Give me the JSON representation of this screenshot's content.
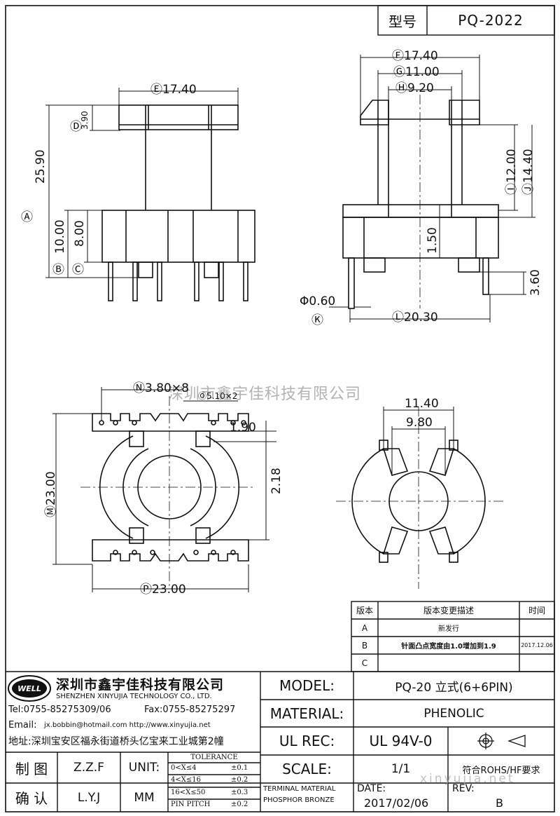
{
  "header": {
    "type_label": "型号",
    "part_number": "PQ-2022"
  },
  "dims": {
    "A": "Ⓐ",
    "A_val": "25.90",
    "B": "Ⓑ",
    "B_val": "10.00",
    "C": "Ⓒ",
    "C_val": "8.00",
    "D": "Ⓓ",
    "D_val": "3.90",
    "E_top": "Ⓔ17.40",
    "F": "Ⓕ17.40",
    "G": "Ⓖ11.00",
    "H": "Ⓗ9.20",
    "I": "Ⓘ12.00",
    "J": "Ⓙ14.40",
    "K": "Ⓚ",
    "K_val": "Φ0.60",
    "L": "Ⓛ20.30",
    "side_150": "1.50",
    "side_360": "3.60",
    "N": "Ⓝ3.80×8",
    "O": "Ⓞ5.10×2",
    "v190": "1.90",
    "v218": "2.18",
    "M": "Ⓜ23.00",
    "P": "Ⓟ23.00",
    "r1140": "11.40",
    "r980": "9.80"
  },
  "watermark": {
    "company": "深圳市鑫宇佳科技有限公司",
    "site": "xinyujia.net"
  },
  "revision_table": {
    "headers": [
      "版本",
      "版本变更描述",
      "时间"
    ],
    "rows": [
      {
        "ver": "A",
        "desc": "新发行",
        "date": ""
      },
      {
        "ver": "B",
        "desc": "针面凸点宽度由1.0增加到1.9",
        "date": "2017.12.06"
      },
      {
        "ver": "C",
        "desc": "",
        "date": ""
      }
    ]
  },
  "company": {
    "logo_text": "WELL",
    "name_cn": "深圳市鑫宇佳科技有限公司",
    "name_en": "SHENZHEN XINYUJIA TECHNOLOGY CO., LTD.",
    "tel": "Tel:0755-85275309/06",
    "fax": "Fax:0755-85275297",
    "email": "Email:",
    "email_val": "jx.bobbin@hotmail.com http://www.xinyujia.net",
    "address": "地址:深圳宝安区福永街道桥头亿宝来工业城第2幢"
  },
  "title_block": {
    "model_label": "MODEL:",
    "model_val": "PQ-20 立式(6+6PIN)",
    "material_label": "MATERIAL:",
    "material_val": "PHENOLIC",
    "ul_label": "UL REC:",
    "ul_val": "UL 94V-0",
    "scale_label": "SCALE:",
    "scale_val": "1/1",
    "rohs": "符合ROHS/HF要求",
    "drawn_label": "制 图",
    "drawn_val": "Z.Z.F",
    "check_label": "确 认",
    "check_val": "L.Y.J",
    "unit_label": "UNIT:",
    "unit_val": "MM",
    "tolerance_title": "TOLERANCE",
    "tol_rows": [
      {
        "range": "0<X≤4",
        "val": "±0.1"
      },
      {
        "range": "4<X≤16",
        "val": "±0.2"
      },
      {
        "range": "16<X≤50",
        "val": "±0.3"
      },
      {
        "range": "PIN PITCH",
        "val": "±0.2"
      }
    ],
    "terminal_line1": "TERMINAL MATERIAL",
    "terminal_line2": "PHOSPHOR BRONZE",
    "date_label": "DATE:",
    "date_val": "2017/02/06",
    "rev_label": "REV:",
    "rev_val": "B"
  }
}
